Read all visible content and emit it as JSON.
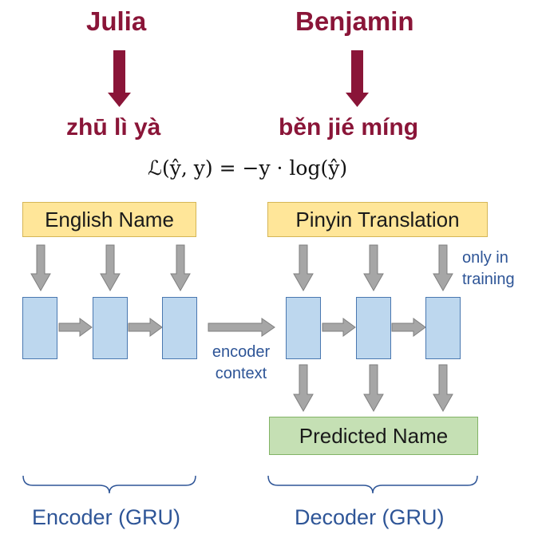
{
  "examples": [
    {
      "name": "Julia",
      "pinyin": "zhū lì yà"
    },
    {
      "name": "Benjamin",
      "pinyin": "běn jié míng"
    }
  ],
  "loss_formula": {
    "lhs": "ℒ(ŷ, y)",
    "rhs": "= −y · log(ŷ)"
  },
  "boxes": {
    "english_name": "English Name",
    "pinyin_translation": "Pinyin Translation",
    "predicted_name": "Predicted Name"
  },
  "annotations": {
    "only_in_training_line1": "only in",
    "only_in_training_line2": "training",
    "encoder_context_line1": "encoder",
    "encoder_context_line2": "context"
  },
  "labels": {
    "encoder": "Encoder (GRU)",
    "decoder": "Decoder (GRU)"
  },
  "colors": {
    "title_red": "#8a1538",
    "input_yellow": "#ffe699",
    "output_green": "#c5e0b4",
    "gru_blue": "#bdd7ee",
    "label_blue": "#2e5597",
    "arrow_gray": "#a6a6a6"
  }
}
